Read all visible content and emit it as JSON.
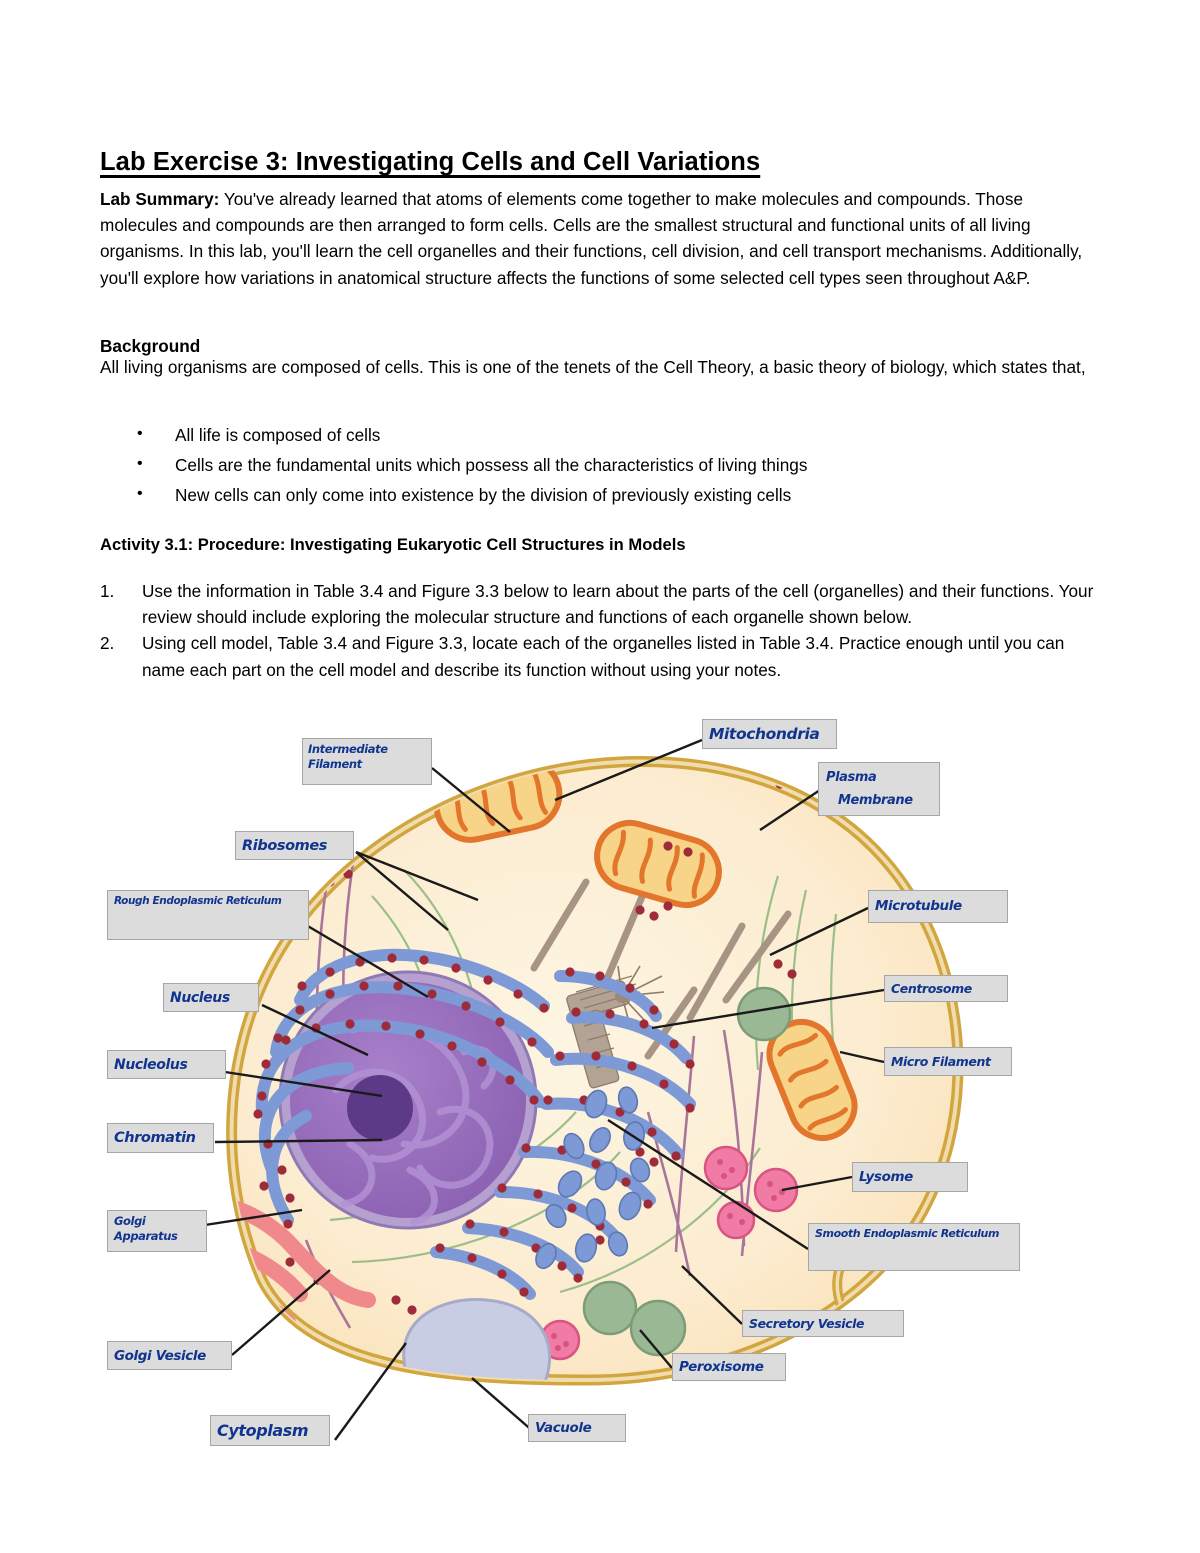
{
  "document": {
    "title": "Lab Exercise 3:  Investigating Cells and Cell Variations",
    "summary_label": "Lab Summary:",
    "summary_text": " You've already learned that atoms of elements come together to make molecules and compounds.  Those molecules and compounds are then arranged to form cells.  Cells are the smallest structural and functional units of all living organisms.  In this lab, you'll learn the cell organelles and their functions, cell division, and cell transport mechanisms.  Additionally, you'll explore how variations in anatomical structure affects the functions of some selected cell types seen throughout A&P.",
    "background_heading": "Background",
    "background_text": "All living organisms are composed of cells. This is one of the tenets of the Cell Theory, a basic theory of biology, which states that,",
    "bullets": [
      "All life is composed of cells",
      "Cells are the fundamental units which possess all the characteristics of living things",
      "New cells can only come into existence by the division of previously existing cells"
    ],
    "bullet_glyph": "•",
    "activity_heading": "Activity 3.1:  Procedure:  Investigating Eukaryotic Cell Structures in Models",
    "steps": [
      {
        "num": "1.",
        "text": "Use the information in Table 3.4 and Figure 3.3 below to learn about the parts of the cell (organelles) and their functions.  Your review should include exploring the molecular structure and functions of each organelle shown below."
      },
      {
        "num": "2.",
        "text": "Using cell model, Table 3.4 and Figure 3.3, locate each of the organelles listed in Table 3.4.  Practice enough until you can name each part on the cell model and describe its function without using your notes."
      }
    ]
  },
  "figure": {
    "labels": [
      {
        "id": "intermediate-filament",
        "line1": "Intermediate",
        "line2": "Filament"
      },
      {
        "id": "ribosomes",
        "line1": "Ribosomes",
        "line2": ""
      },
      {
        "id": "rough-er",
        "line1": "Rough Endoplasmic  Reticulum",
        "line2": ""
      },
      {
        "id": "nucleus",
        "line1": "Nucleus",
        "line2": ""
      },
      {
        "id": "nucleolus",
        "line1": "Nucleolus",
        "line2": ""
      },
      {
        "id": "chromatin",
        "line1": "Chromatin",
        "line2": ""
      },
      {
        "id": "golgi-apparatus",
        "line1": "Golgi Apparatus",
        "line2": ""
      },
      {
        "id": "golgi-vesicle",
        "line1": "Golgi Vesicle",
        "line2": ""
      },
      {
        "id": "cytoplasm",
        "line1": "Cytoplasm",
        "line2": ""
      },
      {
        "id": "vacuole",
        "line1": "Vacuole",
        "line2": ""
      },
      {
        "id": "mitochondria",
        "line1": "Mitochondria",
        "line2": ""
      },
      {
        "id": "plasma-membrane",
        "line1": "Plasma",
        "line2": "Membrane"
      },
      {
        "id": "microtubule",
        "line1": "Microtubule",
        "line2": ""
      },
      {
        "id": "centrosome",
        "line1": "Centrosome",
        "line2": ""
      },
      {
        "id": "micro-filament",
        "line1": "Micro Filament",
        "line2": ""
      },
      {
        "id": "lysosome",
        "line1": "Lysome",
        "line2": ""
      },
      {
        "id": "smooth-er",
        "line1": "Smooth  Endoplasmic  Reticulum",
        "line2": ""
      },
      {
        "id": "secretory-vesicle",
        "line1": "Secretory  Vesicle",
        "line2": ""
      },
      {
        "id": "peroxisome",
        "line1": "Peroxisome",
        "line2": ""
      }
    ],
    "colors": {
      "handwriting": "#11348f",
      "label_box_fill": "#dcdcdc",
      "label_box_border": "#a6a6a6",
      "membrane": "#d2a63f",
      "cytoplasm": "#fdf0d2",
      "nucleus": "#9b72c0",
      "nucleolus": "#5c3a87",
      "rough_er": "#7e9ad6",
      "ribosome_dot": "#9e2b3a",
      "mitochondria_outer": "#e87a30",
      "mitochondria_inner": "#f7d07a",
      "golgi": "#f0898c",
      "lysosome": "#ef7fa4",
      "peroxisome": "#8fb089",
      "vacuole": "#c9cde4",
      "microtubule": "#a89484",
      "microfilament": "#a9759b",
      "intermediate_filament": "#9cbf88",
      "leader_line": "#1a1a1a"
    }
  }
}
